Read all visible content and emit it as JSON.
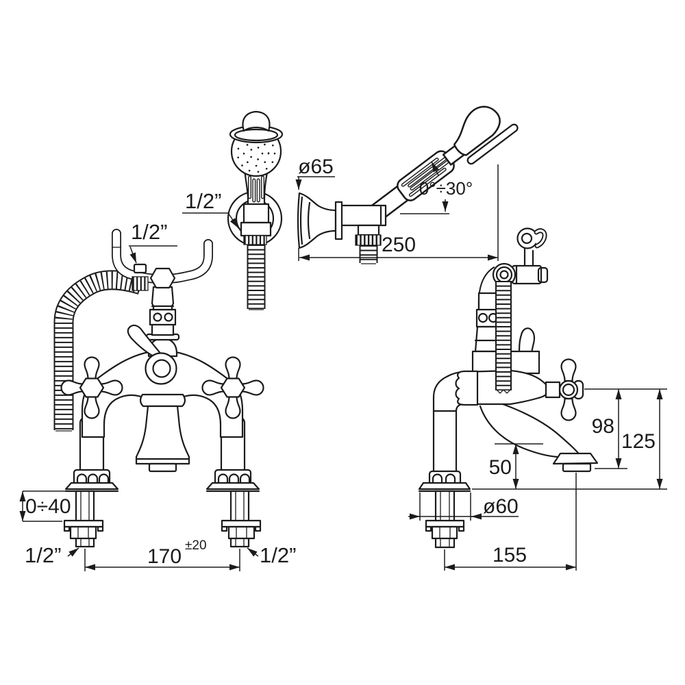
{
  "front_view": {
    "cradle_connection_label": "1/2”",
    "deck_thickness_range": "0÷40",
    "left_inlet_label": "1/2”",
    "inlet_centres": "170",
    "inlet_centres_tolerance": "±20",
    "right_inlet_label": "1/2”"
  },
  "handshower_bracket_detail": {
    "connection_label": "1/2”"
  },
  "wall_unit_detail": {
    "flange_diameter": "ø65",
    "swivel_angle_range": "0°÷30°",
    "reach": "250"
  },
  "side_view": {
    "spout_clearance": "50",
    "spout_outlet_height": "98",
    "overall_height": "125",
    "base_diameter": "ø60",
    "spout_reach": "155"
  },
  "colors": {
    "ink": "#1b1b1b",
    "background": "#ffffff"
  }
}
